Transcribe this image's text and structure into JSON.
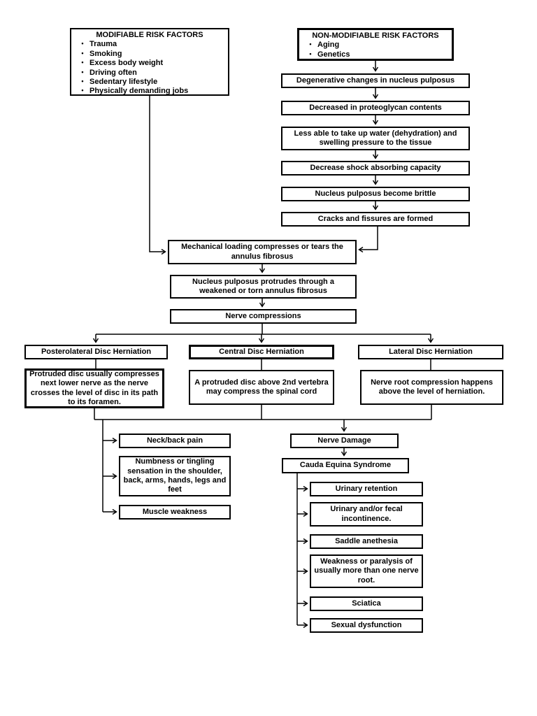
{
  "flowchart": {
    "risk_factors": {
      "modifiable": {
        "title": "MODIFIABLE RISK FACTORS",
        "items": [
          "Trauma",
          "Smoking",
          "Excess body weight",
          "Driving often",
          "Sedentary lifestyle",
          "Physically demanding jobs"
        ]
      },
      "non_modifiable": {
        "title": "NON-MODIFIABLE RISK FACTORS",
        "items": [
          "Aging",
          "Genetics"
        ]
      }
    },
    "degeneration_chain": {
      "degenerative_changes": "Degenerative changes in nucleus pulposus",
      "proteoglycan": "Decreased in proteoglycan contents",
      "water_uptake": "Less able to take up water (dehydration) and swelling pressure to the tissue",
      "shock_absorbing": "Decrease shock absorbing capacity",
      "brittle": "Nucleus pulposus become brittle",
      "cracks": "Cracks and fissures are formed"
    },
    "central_flow": {
      "mechanical_loading": "Mechanical loading compresses or tears the annulus fibrosus",
      "protrusion": "Nucleus pulposus protrudes through a weakened or torn annulus fibrosus",
      "nerve_compressions": "Nerve compressions"
    },
    "herniation_types": {
      "posterolateral": {
        "title": "Posterolateral Disc Herniation",
        "description": "Protruded disc usually compresses next lower nerve as the nerve crosses the level of disc in its path to its foramen."
      },
      "central": {
        "title": "Central Disc Herniation",
        "description": "A protruded disc above 2nd vertebra may compress the spinal cord"
      },
      "lateral": {
        "title": "Lateral Disc Herniation",
        "description": "Nerve root compression happens above the level of herniation."
      }
    },
    "symptoms": [
      "Neck/back pain",
      "Numbness or tingling sensation in the shoulder, back, arms, hands, legs and feet",
      "Muscle weakness"
    ],
    "nerve_damage_flow": {
      "nerve_damage": "Nerve Damage",
      "cauda_equina": "Cauda Equina Syndrome",
      "cauda_symptoms": [
        "Urinary retention",
        "Urinary and/or fecal incontinence.",
        "Saddle anethesia",
        "Weakness or paralysis of usually more than one nerve root.",
        "Sciatica",
        "Sexual dysfunction"
      ]
    },
    "colors": {
      "line": "#000000",
      "box_border": "#000000",
      "background": "#ffffff"
    }
  }
}
